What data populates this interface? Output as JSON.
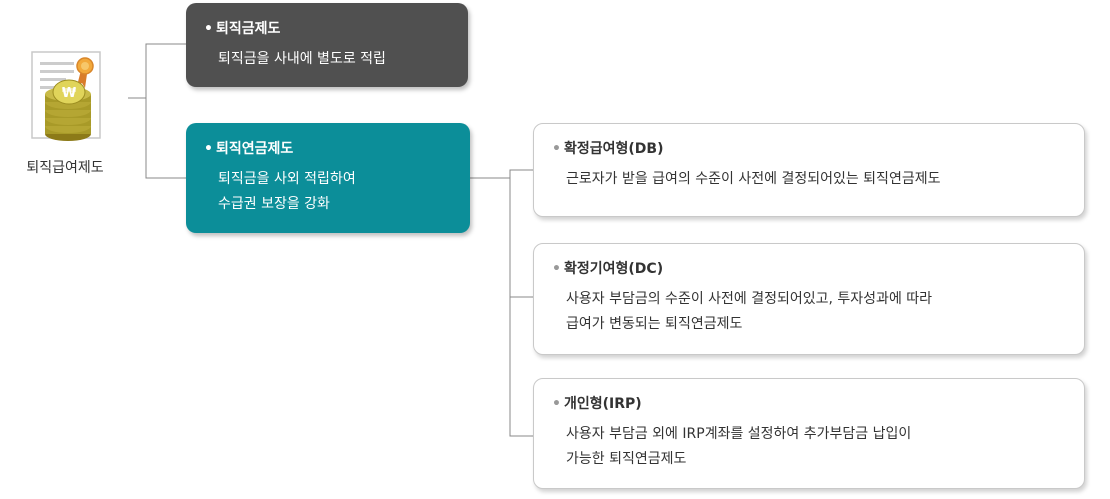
{
  "root": {
    "label": "퇴직급여제도",
    "icon": "certificate-coins-icon"
  },
  "branches": [
    {
      "title": "퇴직금제도",
      "description_lines": [
        "퇴직금을 사내에 별도로 적립"
      ],
      "color": "#505050"
    },
    {
      "title": "퇴직연금제도",
      "description_lines": [
        "퇴직금을 사외 적립하여",
        "수급권 보장을 강화"
      ],
      "color": "#0c8e99",
      "children": [
        {
          "title": "확정급여형(DB)",
          "description_lines": [
            "근로자가 받을 급여의 수준이 사전에 결정되어있는 퇴직연금제도"
          ]
        },
        {
          "title": "확정기여형(DC)",
          "description_lines": [
            "사용자 부담금의 수준이 사전에 결정되어있고, 투자성과에 따라",
            "급여가 변동되는 퇴직연금제도"
          ]
        },
        {
          "title": "개인형(IRP)",
          "description_lines": [
            "사용자 부담금 외에 IRP계좌를 설정하여 추가부담금 납입이",
            "가능한 퇴직연금제도"
          ]
        }
      ]
    }
  ],
  "colors": {
    "connector": "#888888",
    "card_border": "#c9c9c9",
    "bullet_gray": "#999999"
  }
}
